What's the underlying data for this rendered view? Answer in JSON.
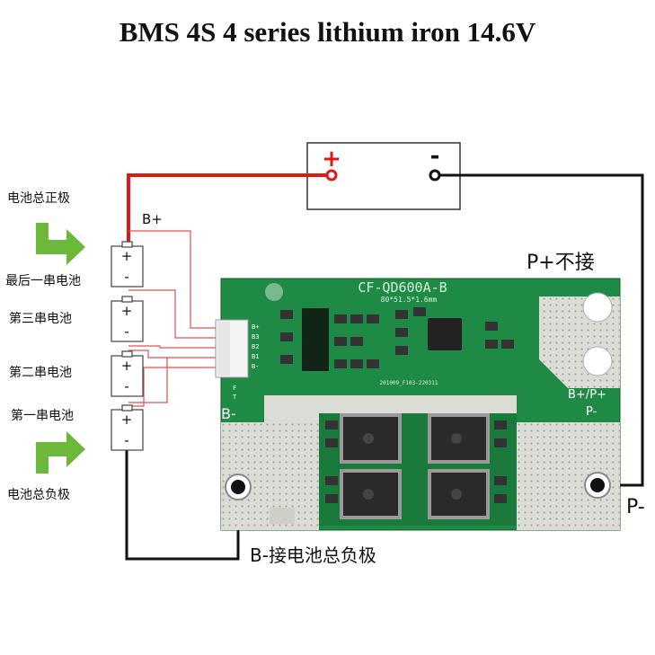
{
  "title": "BMS 4S 4 series lithium iron 14.6V",
  "load": {
    "plus_symbol": "+",
    "minus_symbol": "-"
  },
  "battery": {
    "total_positive": "电池总正极",
    "total_negative": "电池总负极",
    "cell_labels": [
      "最后一串电池",
      "第三串电池",
      "第二串电池",
      "第一串电池"
    ],
    "b_plus": "B+",
    "cell_plus": "+",
    "cell_minus": "-"
  },
  "board": {
    "model": "CF-QD600A-B",
    "size": "80*51.5*1.6mm",
    "serial": "201009_F103-220311",
    "connector_pins": [
      "B+",
      "B3",
      "B2",
      "B1",
      "B-"
    ],
    "pad_b_minus": "B-",
    "pad_b_plus_p_plus": "B+/P+",
    "pad_p_minus": "P-",
    "t_mark": "T",
    "f_mark": "F"
  },
  "annotations": {
    "p_plus": "P+不接",
    "p_minus": "P-",
    "b_minus": "B-接电池总负极"
  },
  "colors": {
    "pcb": "#1f8a45",
    "pcb_dark": "#166b34",
    "pad": "#dcdcd6",
    "positive_wire": "#e01818",
    "sense_wire": "#e05050",
    "arrow": "#6cb83a",
    "black_wire": "#111111"
  },
  "icons": [
    "arrow-right-down-icon",
    "arrow-up-right-icon",
    "mosfet-icon",
    "terminal-hole-icon"
  ]
}
